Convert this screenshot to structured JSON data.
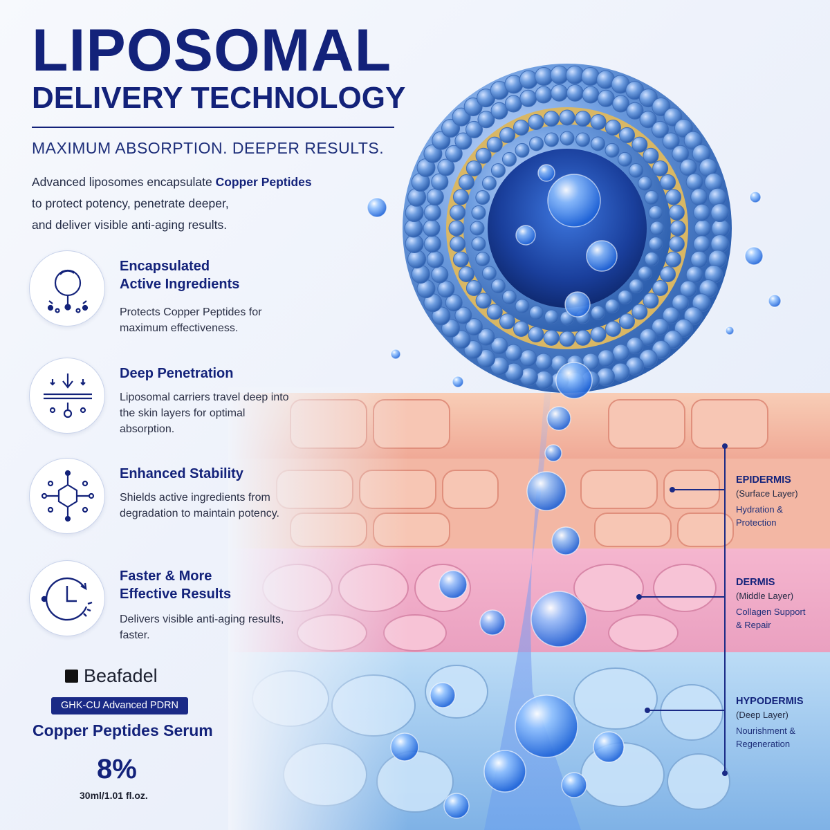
{
  "header": {
    "title_line1": "LIPOSOMAL",
    "title_line2": "DELIVERY TECHNOLOGY",
    "subtitle": "MAXIMUM ABSORPTION. DEEPER RESULTS."
  },
  "intro": {
    "part1": "Advanced liposomes encapsulate ",
    "highlight": "Copper Peptides",
    "part2": "to protect potency, penetrate deeper,",
    "part3": "and deliver visible anti-aging results."
  },
  "features": [
    {
      "icon": "encapsulation-icon",
      "title_line1": "Encapsulated",
      "title_line2": "Active Ingredients",
      "body": "Protects Copper Peptides for maximum effectiveness."
    },
    {
      "icon": "penetration-arrow-icon",
      "title_line1": "Deep Penetration",
      "title_line2": "",
      "body": "Liposomal carriers travel deep into the skin layers for optimal absorption."
    },
    {
      "icon": "molecule-hexagon-icon",
      "title_line1": "Enhanced Stability",
      "title_line2": "",
      "body": "Shields active ingredients from degradation to maintain potency."
    },
    {
      "icon": "clock-icon",
      "title_line1": "Faster & More",
      "title_line2": "Effective Results",
      "body": "Delivers visible anti-aging results, faster."
    }
  ],
  "product": {
    "brand": "Beafadel",
    "badge": "GHK-CU Advanced PDRN",
    "name": "Copper Peptides Serum",
    "concentration": "8%",
    "volume": "30ml/1.01 fl.oz."
  },
  "layers": [
    {
      "name": "EPIDERMIS",
      "sub": "(Surface Layer)",
      "desc1": "Hydration &",
      "desc2": "Protection"
    },
    {
      "name": "DERMIS",
      "sub": "(Middle Layer)",
      "desc1": "Collagen Support",
      "desc2": "& Repair"
    },
    {
      "name": "HYPODERMIS",
      "sub": "(Deep Layer)",
      "desc1": "Nourishment &",
      "desc2": "Regeneration"
    }
  ],
  "colors": {
    "navy": "#13227a",
    "sphere_blue": "#5e8fd6",
    "epidermis": "#f3b39c",
    "dermis": "#f2a7c0",
    "hypodermis": "#a9cdf0"
  }
}
